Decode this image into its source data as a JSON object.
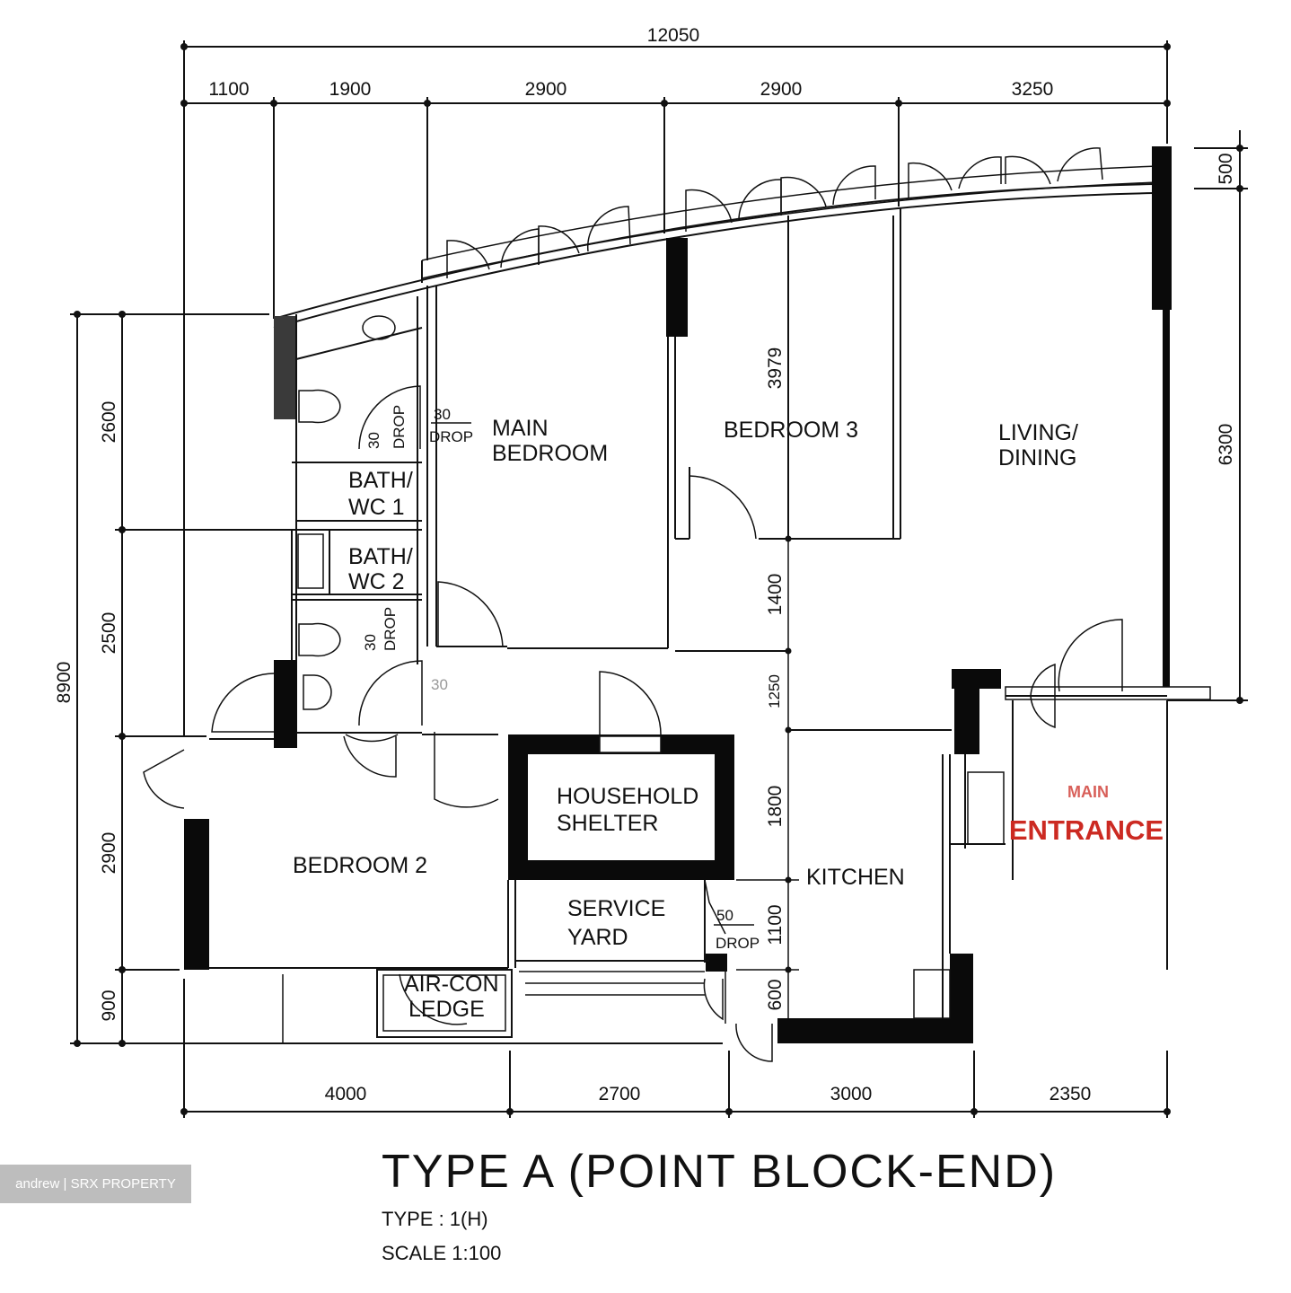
{
  "plan": {
    "title": "TYPE A (POINT BLOCK-END)",
    "type_line": "TYPE : 1(H)",
    "scale_line": "SCALE  1:100",
    "watermark": "andrew | SRX PROPERTY"
  },
  "dimensions": {
    "top_total": "12050",
    "top": [
      "1100",
      "1900",
      "2900",
      "2900",
      "3250"
    ],
    "bottom": [
      "4000",
      "2700",
      "3000",
      "2350"
    ],
    "left_total": "8900",
    "left": [
      "2600",
      "2500",
      "2900",
      "900"
    ],
    "right": [
      "500",
      "6300"
    ],
    "interior": {
      "bedroom3_depth": "3979",
      "corridor": "1400",
      "corridor_small": "1250",
      "kitchen_upper": "1800",
      "kitchen_mid": "1100",
      "kitchen_lower": "600"
    }
  },
  "rooms": {
    "main_bedroom": [
      "MAIN",
      "BEDROOM"
    ],
    "bedroom3": "BEDROOM  3",
    "living_dining": [
      "LIVING/",
      "DINING"
    ],
    "bath1": [
      "BATH/",
      "WC  1"
    ],
    "bath2": [
      "BATH/",
      "WC  2"
    ],
    "bedroom2": "BEDROOM  2",
    "household_shelter": [
      "HOUSEHOLD",
      "SHELTER"
    ],
    "service_yard": [
      "SERVICE",
      "YARD"
    ],
    "kitchen": "KITCHEN",
    "aircon_ledge": [
      "AIR-CON",
      "LEDGE"
    ],
    "main_entrance": [
      "MAIN",
      "ENTRANCE"
    ]
  },
  "annotations": {
    "drop30_a": [
      "30",
      "DROP"
    ],
    "drop30_b": [
      "30",
      "DROP"
    ],
    "drop30_c": [
      "30",
      "DROP"
    ],
    "drop30_d": [
      "30",
      "DROP"
    ],
    "drop50": [
      "50",
      "DROP"
    ]
  },
  "colors": {
    "ink": "#111111",
    "entrance_red": "#cc2a22",
    "watermark_bg": "#bdbdbd"
  }
}
